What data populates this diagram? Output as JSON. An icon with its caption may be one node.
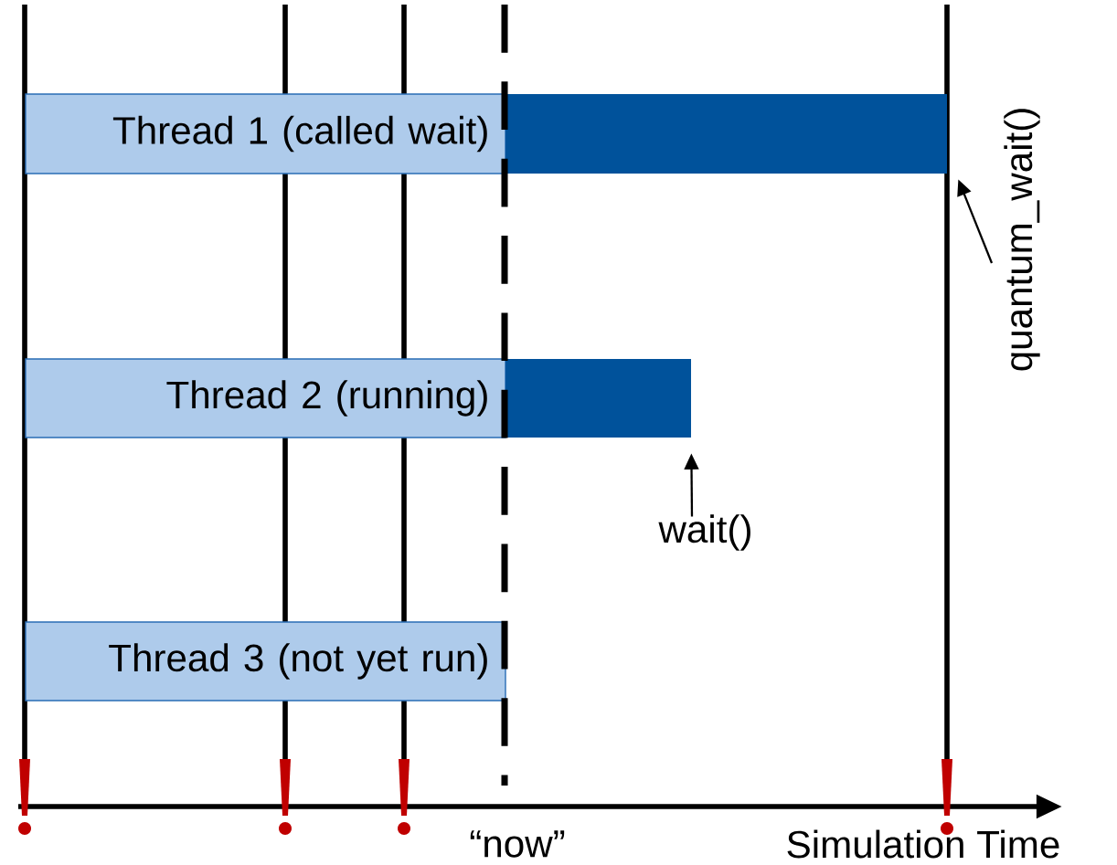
{
  "diagram": {
    "nodes": [
      {
        "text": [
          "Thread 1 (called wait)"
        ]
      },
      {
        "text": [],
        "shape": "bar"
      },
      {
        "text": [
          "Thread 2 (running)"
        ]
      },
      {
        "text": [],
        "shape": "bar"
      },
      {
        "text": [
          "Thread 3 (not yet run)"
        ]
      },
      {
        "text": [
          "quantum_wait()"
        ]
      },
      {
        "text": [
          "wait()"
        ]
      }
    ],
    "edges": [
      {
        "from": 5,
        "to": 1,
        "arrow": "to"
      },
      {
        "from": 6,
        "to": 3,
        "arrow": "to"
      }
    ],
    "labels": [
      "“now”",
      "Simulation Time"
    ]
  }
}
